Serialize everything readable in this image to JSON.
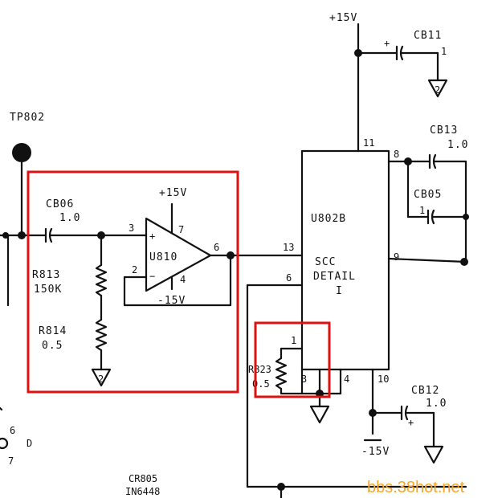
{
  "labels": {
    "plus15_top": "+15V",
    "cb11": "CB11",
    "tp802": "TP802",
    "cb13": "CB13",
    "cb13_val": "1.0",
    "cb05": "CB05",
    "u802b": "U802B",
    "scc": "SCC",
    "detail": "DETAIL",
    "detail_num": "I",
    "cb06": "CB06",
    "cb06_val": "1.0",
    "plus15_u810": "+15V",
    "u810": "U810",
    "minus15_u810": "-15V",
    "r813": "R813",
    "r813_val": "150K",
    "r814": "R814",
    "r814_val": "0.5",
    "r823": "R823",
    "r823_val": "0.5",
    "cb12": "CB12",
    "cb12_val": "1.0",
    "minus15_bottom": "-15V",
    "cr805": "CR805",
    "cr805_part": "IN6448"
  },
  "pins": {
    "u802b_11": "11",
    "u802b_8": "8",
    "u802b_9": "9",
    "u802b_13": "13",
    "u802b_6": "6",
    "u802b_1": "1",
    "u802b_3": "3",
    "u802b_4": "4",
    "u802b_10": "10",
    "u810_3": "3",
    "u810_2": "2",
    "u810_7": "7",
    "u810_4": "4",
    "u810_6": "6",
    "cb05_1": "1",
    "cb11_1": "1",
    "cr_6": "6",
    "cr_d": "D",
    "cr_7": "7"
  },
  "opamp_signs": {
    "plus": "+",
    "minus": "−"
  },
  "cap_polarity": "+",
  "watermark": "bbs.38hot.net",
  "colors": {
    "ink": "#111111",
    "highlight": "#e01010",
    "watermark": "#f5a623"
  }
}
